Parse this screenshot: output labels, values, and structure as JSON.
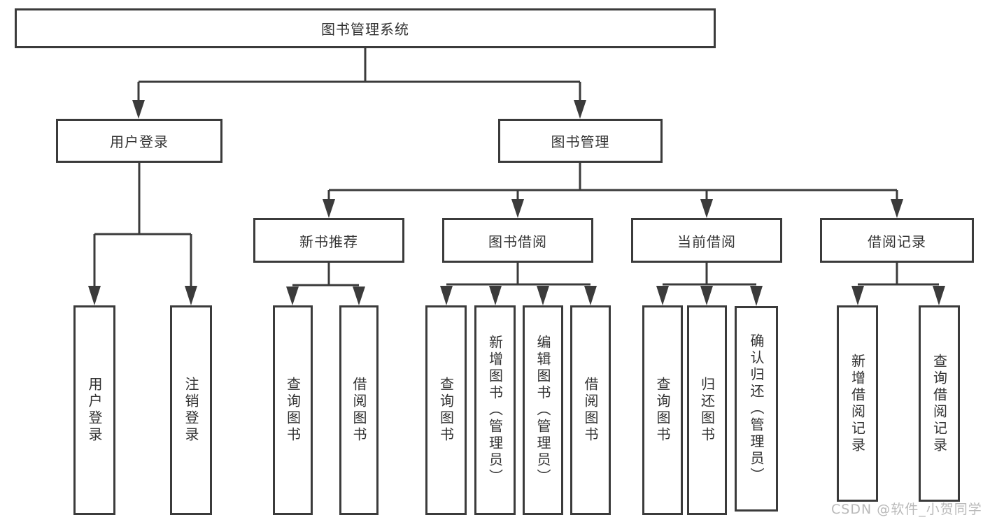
{
  "colors": {
    "line": "#3b3b3b",
    "text": "#333333",
    "box_background": "#ffffff",
    "page_background": "#ffffff",
    "watermark": "#b9b9b9"
  },
  "watermark": {
    "label": "CSDN @软件_小贺同学"
  },
  "nodes": {
    "root": {
      "label": "图书管理系统"
    },
    "level2": [
      {
        "label": "用户登录"
      },
      {
        "label": "图书管理"
      }
    ],
    "level3": [
      {
        "label": "新书推荐",
        "parent": "图书管理"
      },
      {
        "label": "图书借阅",
        "parent": "图书管理"
      },
      {
        "label": "当前借阅",
        "parent": "图书管理"
      },
      {
        "label": "借阅记录",
        "parent": "图书管理"
      }
    ],
    "leaves": [
      {
        "label": "用户登录",
        "parent": "用户登录"
      },
      {
        "label": "注销登录",
        "parent": "用户登录"
      },
      {
        "label": "查询图书",
        "parent": "新书推荐"
      },
      {
        "label": "借阅图书",
        "parent": "新书推荐"
      },
      {
        "label": "查询图书",
        "parent": "图书借阅"
      },
      {
        "label": "新增图书（管理员）",
        "parent": "图书借阅"
      },
      {
        "label": "编辑图书（管理员）",
        "parent": "图书借阅"
      },
      {
        "label": "借阅图书",
        "parent": "图书借阅"
      },
      {
        "label": "查询图书",
        "parent": "当前借阅"
      },
      {
        "label": "归还图书",
        "parent": "当前借阅"
      },
      {
        "label": "确认归还（管理员）",
        "parent": "当前借阅"
      },
      {
        "label": "新增借阅记录",
        "parent": "借阅记录"
      },
      {
        "label": "查询借阅记录",
        "parent": "借阅记录"
      }
    ]
  }
}
